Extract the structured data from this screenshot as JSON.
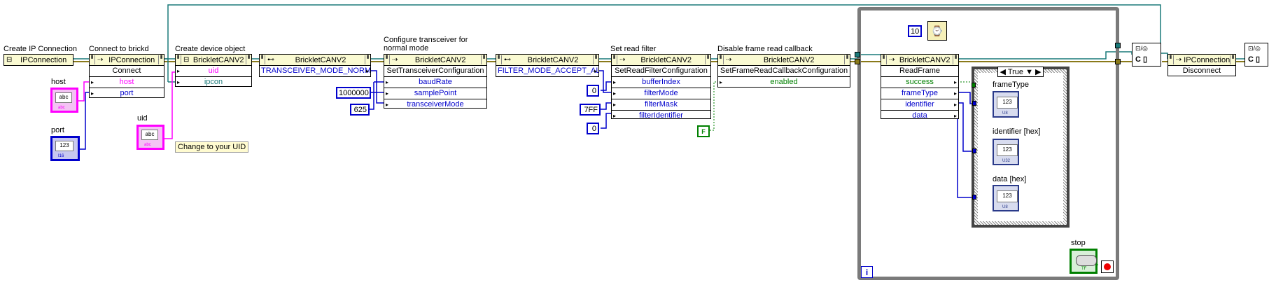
{
  "captions": {
    "create_ip": "Create IP Connection",
    "connect": "Connect to brickd",
    "create_dev": "Create device object",
    "config_l1": "Configure transceiver for",
    "config_l2": "normal mode",
    "read_filter": "Set read filter",
    "disable_cb": "Disable frame read callback"
  },
  "controls": {
    "host": "host",
    "port": "port",
    "uid": "uid",
    "uid_note": "Change to your UID",
    "str_type": "abc",
    "num_type": "123",
    "str_sub": "abc",
    "port_sub": "I16"
  },
  "nodes": {
    "ipcon": {
      "title": "IPConnection"
    },
    "connect": {
      "title": "IPConnection",
      "method": "Connect",
      "params": [
        "host",
        "port"
      ]
    },
    "create": {
      "title": "BrickletCANV2",
      "params": [
        "uid",
        "ipcon"
      ]
    },
    "enum1": {
      "title": "BrickletCANV2",
      "value": "TRANSCEIVER_MODE_NORMAL"
    },
    "setconf": {
      "title": "BrickletCANV2",
      "method": "SetTransceiverConfiguration",
      "params": [
        "baudRate",
        "samplePoint",
        "transceiverMode"
      ]
    },
    "enum2": {
      "title": "BrickletCANV2",
      "value": "FILTER_MODE_ACCEPT_ALL"
    },
    "setfilter": {
      "title": "BrickletCANV2",
      "method": "SetReadFilterConfiguration",
      "params": [
        "bufferIndex",
        "filterMode",
        "filterMask",
        "filterIdentifier"
      ]
    },
    "setcb": {
      "title": "BrickletCANV2",
      "method": "SetFrameReadCallbackConfiguration",
      "params": [
        "enabled"
      ]
    },
    "read": {
      "title": "BrickletCANV2",
      "method": "ReadFrame",
      "params": [
        "success",
        "frameType",
        "identifier",
        "data"
      ]
    },
    "disconnect": {
      "title": "IPConnection",
      "method": "Disconnect"
    }
  },
  "constants": {
    "baudrate": "1000000",
    "samplepoint": "625",
    "bufferindex": "0",
    "filtermask": "7FF",
    "filterid": "0",
    "enabled": "F",
    "wait_ms": "10"
  },
  "case": {
    "selector": "True"
  },
  "indicators": {
    "frametype": "frameType",
    "identifier": "identifier [hex]",
    "data": "data [hex]",
    "num_type": "123",
    "sub_u8": "U8",
    "sub_u32": "U32",
    "sub_u8b": "U8"
  },
  "stop": {
    "label": "stop",
    "sub": "TF"
  },
  "loop": {
    "iteration": "i"
  },
  "colors": {
    "refnum_wire": "#1a7a7a",
    "error_wire": "#8a7a1a",
    "string_wire": "#ff00ff",
    "numeric_wire": "#0000cc",
    "boolean_wire": "#008000",
    "node_header": "#fafad2"
  },
  "icons": {
    "ipcon": "ipconnection-icon",
    "method": "invoke-node-icon",
    "enum": "enum-property-icon",
    "close": "close-reference-icon",
    "timer": "wait-ms-icon",
    "stop": "stop-condition-icon"
  }
}
